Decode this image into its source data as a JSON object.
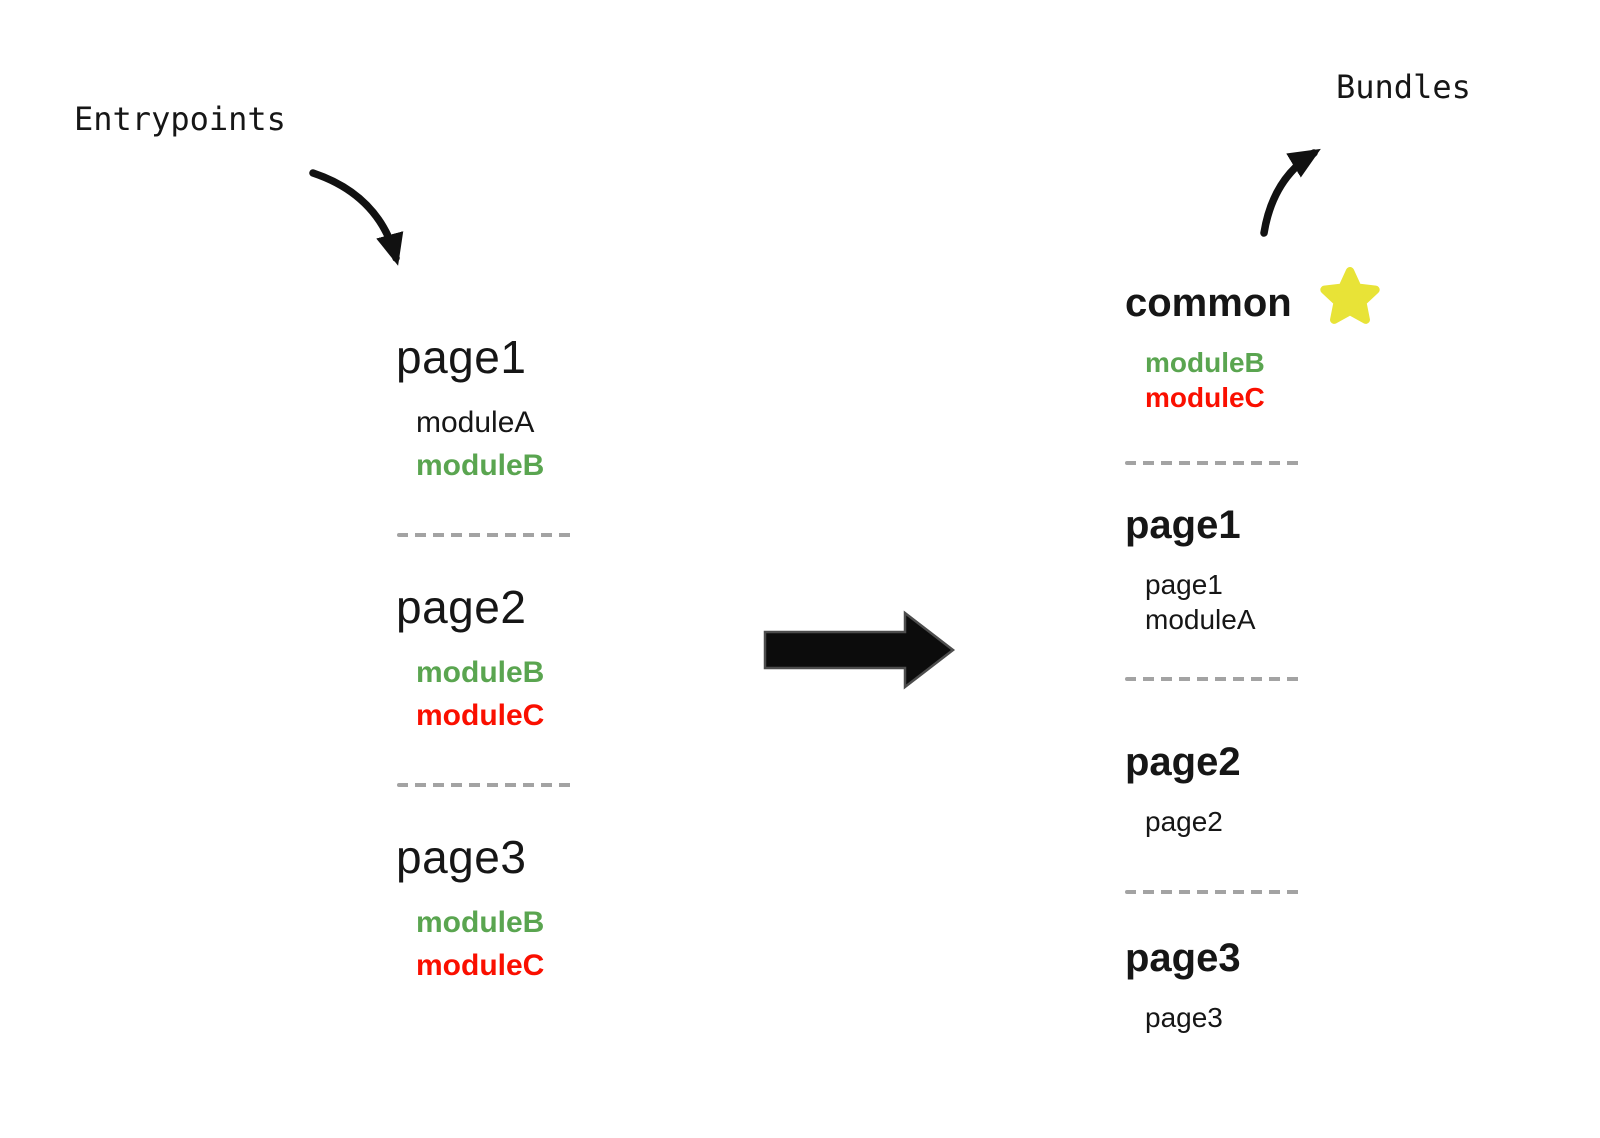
{
  "labels": {
    "entrypoints": "Entrypoints",
    "bundles": "Bundles"
  },
  "colors": {
    "text": "#161616",
    "arrow": "#111111",
    "module_green": "#5aa550",
    "module_red": "#fa0f00",
    "star_yellow": "#e8e337",
    "divider": "#a3a3a3"
  },
  "entrypoints": [
    {
      "name": "page1",
      "modules": [
        {
          "label": "moduleA",
          "color": "plain"
        },
        {
          "label": "moduleB",
          "color": "green"
        }
      ]
    },
    {
      "name": "page2",
      "modules": [
        {
          "label": "moduleB",
          "color": "green"
        },
        {
          "label": "moduleC",
          "color": "red"
        }
      ]
    },
    {
      "name": "page3",
      "modules": [
        {
          "label": "moduleB",
          "color": "green"
        },
        {
          "label": "moduleC",
          "color": "red"
        }
      ]
    }
  ],
  "bundles": [
    {
      "name": "common",
      "starred": true,
      "modules": [
        {
          "label": "moduleB",
          "color": "green"
        },
        {
          "label": "moduleC",
          "color": "red"
        }
      ]
    },
    {
      "name": "page1",
      "starred": false,
      "modules": [
        {
          "label": "page1",
          "color": "plain"
        },
        {
          "label": "moduleA",
          "color": "plain"
        }
      ]
    },
    {
      "name": "page2",
      "starred": false,
      "modules": [
        {
          "label": "page2",
          "color": "plain"
        }
      ]
    },
    {
      "name": "page3",
      "starred": false,
      "modules": [
        {
          "label": "page3",
          "color": "plain"
        }
      ]
    }
  ]
}
